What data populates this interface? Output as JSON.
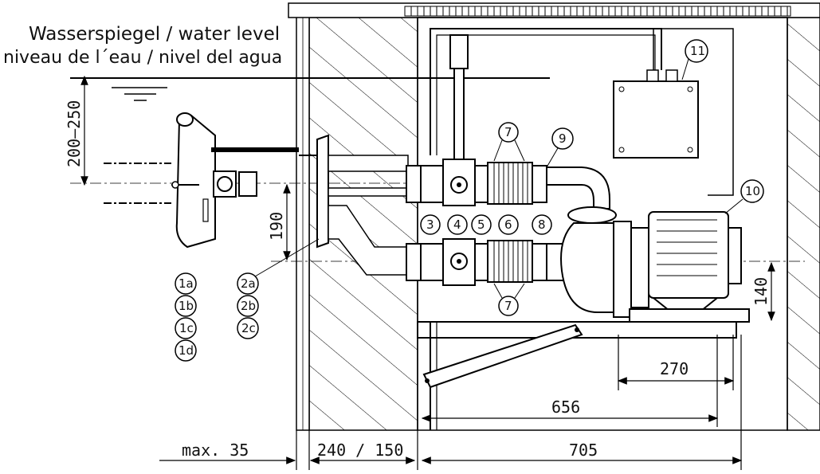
{
  "title": {
    "line1": "Wasserspiegel / water level",
    "line2": "niveau de l´eau / nivel del agua"
  },
  "dimensions": {
    "water_depth": "200–250",
    "pipe_spacing": "190",
    "pump_height": "140",
    "pump_length": "270",
    "frame_length": "656",
    "niche_width": "705",
    "wall_thickness": "240 / 150",
    "cover_max": "max. 35"
  },
  "callouts": {
    "c1a": "1a",
    "c1b": "1b",
    "c1c": "1c",
    "c1d": "1d",
    "c2a": "2a",
    "c2b": "2b",
    "c2c": "2c",
    "c3": "3",
    "c4": "4",
    "c5": "5",
    "c6": "6",
    "c7a": "7",
    "c7b": "7",
    "c8": "8",
    "c9": "9",
    "c10": "10",
    "c11": "11"
  }
}
